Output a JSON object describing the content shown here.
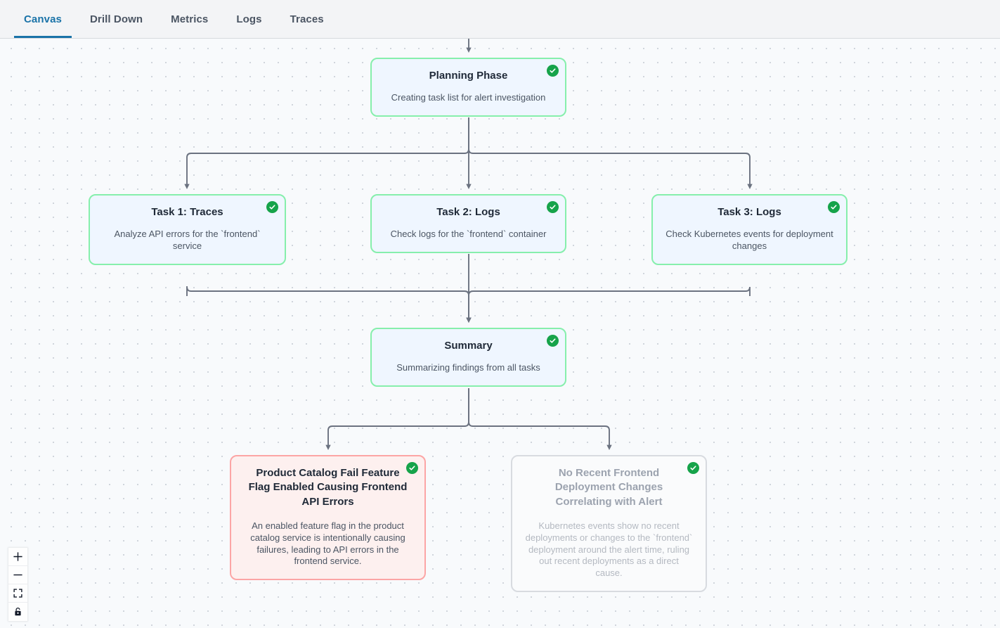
{
  "tabs": [
    {
      "label": "Canvas",
      "active": true
    },
    {
      "label": "Drill Down",
      "active": false
    },
    {
      "label": "Metrics",
      "active": false
    },
    {
      "label": "Logs",
      "active": false
    },
    {
      "label": "Traces",
      "active": false
    }
  ],
  "colors": {
    "active_tab": "#1a73a8",
    "node_border_done": "#86efac",
    "node_bg_done": "#eff6ff",
    "node_border_finding": "#fca5a5",
    "node_bg_finding": "#fdf0ef",
    "node_border_dimmed": "#d8dbe0",
    "badge_green": "#16a34a",
    "edge": "#6b7280",
    "canvas_bg": "#f8fafc"
  },
  "nodes": {
    "planning": {
      "title": "Planning Phase",
      "desc": "Creating task list for alert investigation",
      "status": "complete"
    },
    "task1": {
      "title": "Task 1: Traces",
      "desc": "Analyze API errors for the `frontend` service",
      "status": "complete"
    },
    "task2": {
      "title": "Task 2: Logs",
      "desc": "Check logs for the `frontend` container",
      "status": "complete"
    },
    "task3": {
      "title": "Task 3: Logs",
      "desc": "Check Kubernetes events for deployment changes",
      "status": "complete"
    },
    "summary": {
      "title": "Summary",
      "desc": "Summarizing findings from all tasks",
      "status": "complete"
    },
    "finding": {
      "title": "Product Catalog Fail Feature Flag Enabled Causing Frontend API Errors",
      "desc": "An enabled feature flag in the product catalog service is intentionally causing failures, leading to API errors in the frontend service.",
      "status": "complete"
    },
    "nofinding": {
      "title": "No Recent Frontend Deployment Changes Correlating with Alert",
      "desc": "Kubernetes events show no recent deployments or changes to the `frontend` deployment around the alert time, ruling out recent deployments as a direct cause.",
      "status": "complete"
    }
  },
  "controls": [
    {
      "name": "zoom-in-icon",
      "label": "+"
    },
    {
      "name": "zoom-out-icon",
      "label": "−"
    },
    {
      "name": "fit-view-icon",
      "label": ""
    },
    {
      "name": "lock-icon",
      "label": ""
    }
  ]
}
